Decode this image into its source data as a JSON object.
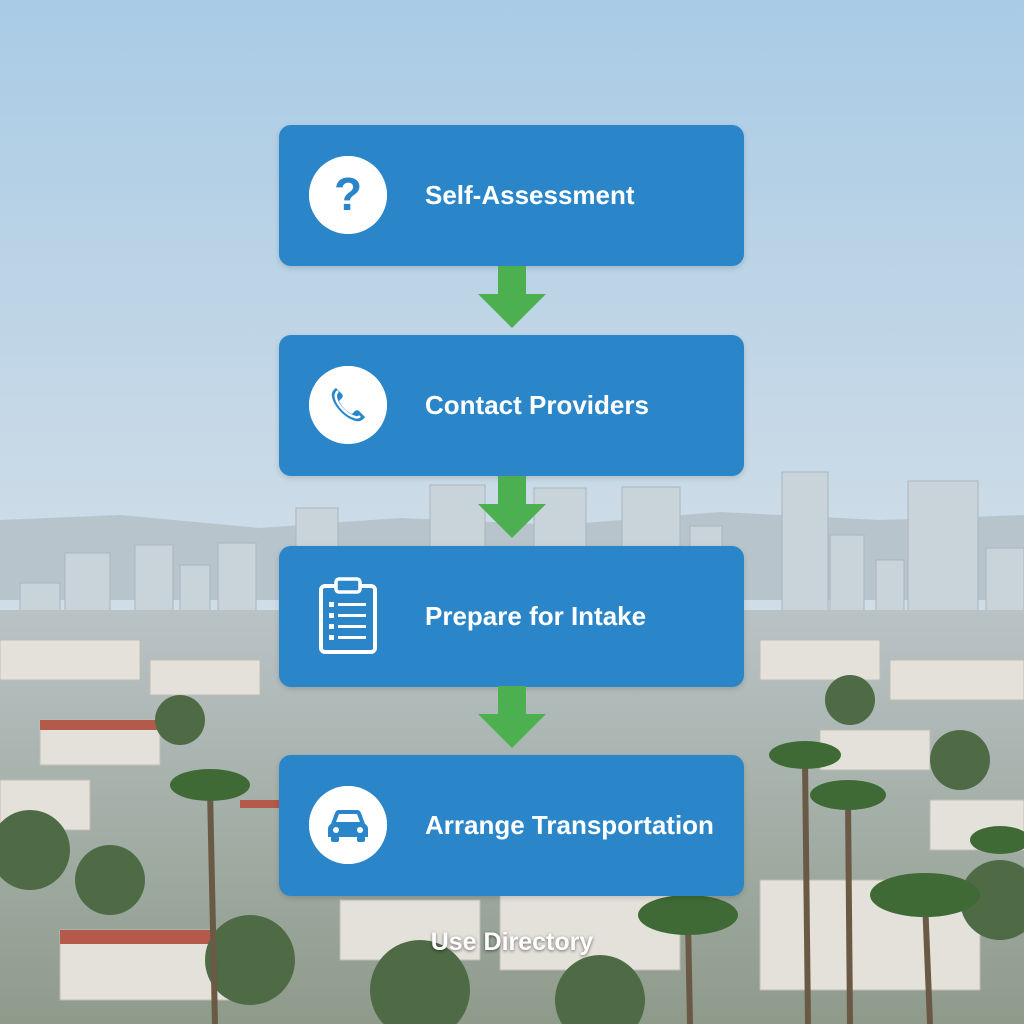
{
  "flow": {
    "steps": [
      {
        "label": "Self-Assessment",
        "icon": "question-icon"
      },
      {
        "label": "Contact Providers",
        "icon": "phone-icon"
      },
      {
        "label": "Prepare for Intake",
        "icon": "clipboard-icon"
      },
      {
        "label": "Arrange Transportation",
        "icon": "car-icon"
      }
    ],
    "footer_label": "Use Directory"
  },
  "colors": {
    "step_fill": "#2a86c8",
    "arrow": "#4caf50",
    "text": "#ffffff",
    "sky_top": "#a9cbe6",
    "sky_horizon": "#d9e3ea"
  }
}
